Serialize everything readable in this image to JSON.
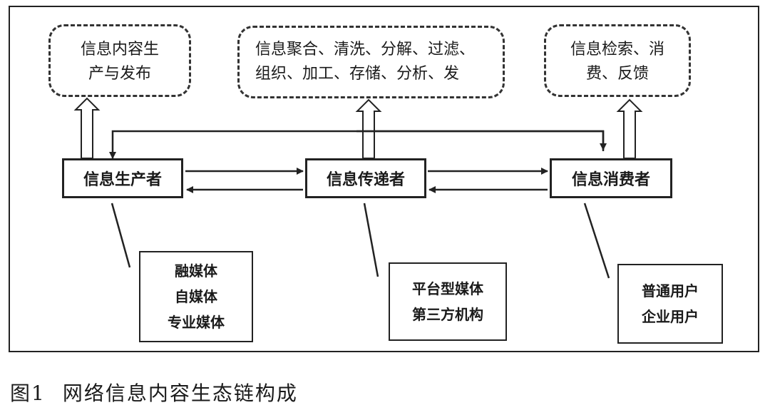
{
  "processes": {
    "producer": {
      "lines": [
        "信息内容生",
        "产与发布"
      ]
    },
    "transmitter": {
      "lines": [
        "信息聚合、清洗、分解、过滤、",
        "组织、加工、存储、分析、发"
      ]
    },
    "consumer": {
      "lines": [
        "信息检索、消",
        "费、反馈"
      ]
    }
  },
  "actors": {
    "producer": "信息生产者",
    "transmitter": "信息传递者",
    "consumer": "信息消费者"
  },
  "members": {
    "producer": [
      "融媒体",
      "自媒体",
      "专业媒体"
    ],
    "transmitter": [
      "平台型媒体",
      "第三方机构"
    ],
    "consumer": [
      "普通用户",
      "企业用户"
    ]
  },
  "caption": {
    "number": "图1",
    "text": "网络信息内容生态链构成"
  }
}
